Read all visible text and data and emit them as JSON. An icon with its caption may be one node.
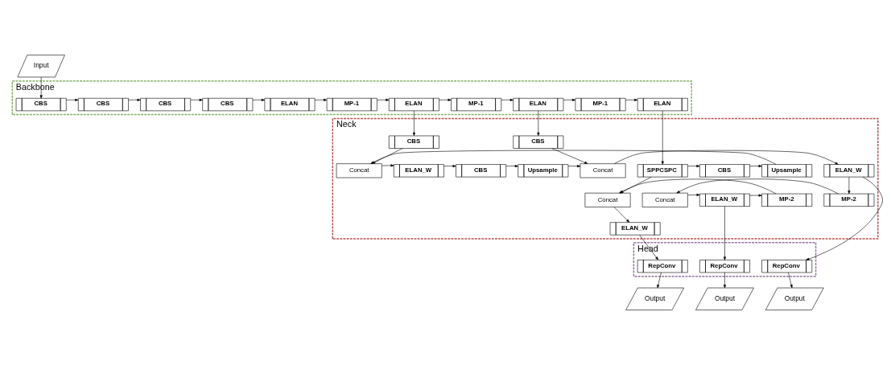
{
  "diagram": {
    "nodes": [
      {
        "text": [
          "Input"
        ]
      },
      {
        "text": [
          "Backbone"
        ]
      },
      {
        "text": [
          "CBS"
        ],
        "in": 1
      },
      {
        "text": [
          "CBS"
        ],
        "in": 1
      },
      {
        "text": [
          "CBS"
        ],
        "in": 1
      },
      {
        "text": [
          "CBS"
        ],
        "in": 1
      },
      {
        "text": [
          "ELAN"
        ],
        "in": 1
      },
      {
        "text": [
          "MP-1"
        ],
        "in": 1
      },
      {
        "text": [
          "ELAN"
        ],
        "in": 1
      },
      {
        "text": [
          "MP-1"
        ],
        "in": 1
      },
      {
        "text": [
          "ELAN"
        ],
        "in": 1
      },
      {
        "text": [
          "MP-1"
        ],
        "in": 1
      },
      {
        "text": [
          "ELAN"
        ],
        "in": 1
      },
      {
        "text": [
          "Neck"
        ]
      },
      {
        "text": [
          "CBS"
        ],
        "in": 13
      },
      {
        "text": [
          "CBS"
        ],
        "in": 13
      },
      {
        "text": [
          "SPPCSPC"
        ],
        "in": 13
      },
      {
        "text": [
          "CBS"
        ],
        "in": 13
      },
      {
        "text": [
          "Upsample"
        ],
        "in": 13
      },
      {
        "text": [
          "Concat"
        ],
        "in": 13
      },
      {
        "text": [
          "ELAN_W"
        ],
        "in": 13
      },
      {
        "text": [
          "CBS"
        ],
        "in": 13
      },
      {
        "text": [
          "Upsample"
        ],
        "in": 13
      },
      {
        "text": [
          "Concat"
        ],
        "in": 13
      },
      {
        "text": [
          "ELAN_W"
        ],
        "in": 13
      },
      {
        "text": [
          "Concat"
        ],
        "in": 13
      },
      {
        "text": [
          "MP-2"
        ],
        "in": 13
      },
      {
        "text": [
          "ELAN_W"
        ],
        "in": 13
      },
      {
        "text": [
          "Concat"
        ],
        "in": 13
      },
      {
        "text": [
          "MP-2"
        ],
        "in": 13
      },
      {
        "text": [
          "ELAN_W"
        ],
        "in": 13
      },
      {
        "text": [
          "Head"
        ]
      },
      {
        "text": [
          "RepConv"
        ],
        "in": 31
      },
      {
        "text": [
          "RepConv"
        ],
        "in": 31
      },
      {
        "text": [
          "RepConv"
        ],
        "in": 31
      },
      {
        "text": [
          "Output"
        ]
      },
      {
        "text": [
          "Output"
        ]
      },
      {
        "text": [
          "Output"
        ]
      }
    ],
    "edges": [
      {
        "from": 0,
        "to": 2,
        "arrow": "to"
      },
      {
        "from": 2,
        "to": 3,
        "arrow": "to"
      },
      {
        "from": 3,
        "to": 4,
        "arrow": "to"
      },
      {
        "from": 4,
        "to": 5,
        "arrow": "to"
      },
      {
        "from": 5,
        "to": 6,
        "arrow": "to"
      },
      {
        "from": 6,
        "to": 7,
        "arrow": "to"
      },
      {
        "from": 7,
        "to": 8,
        "arrow": "to"
      },
      {
        "from": 8,
        "to": 9,
        "arrow": "to"
      },
      {
        "from": 9,
        "to": 10,
        "arrow": "to"
      },
      {
        "from": 10,
        "to": 11,
        "arrow": "to"
      },
      {
        "from": 11,
        "to": 12,
        "arrow": "to"
      },
      {
        "from": 8,
        "to": 14,
        "arrow": "to"
      },
      {
        "from": 10,
        "to": 15,
        "arrow": "to"
      },
      {
        "from": 12,
        "to": 16,
        "arrow": "to"
      },
      {
        "from": 14,
        "to": 19,
        "arrow": "to"
      },
      {
        "from": 15,
        "to": 23,
        "arrow": "to"
      },
      {
        "from": 16,
        "to": 17,
        "arrow": "to"
      },
      {
        "from": 17,
        "to": 18,
        "arrow": "to"
      },
      {
        "from": 18,
        "to": 19,
        "arrow": "to"
      },
      {
        "from": 19,
        "to": 20,
        "arrow": "to"
      },
      {
        "from": 20,
        "to": 21,
        "arrow": "to"
      },
      {
        "from": 21,
        "to": 22,
        "arrow": "to"
      },
      {
        "from": 22,
        "to": 23,
        "arrow": "to"
      },
      {
        "from": 23,
        "to": 24,
        "arrow": "to"
      },
      {
        "from": 24,
        "to": 29,
        "arrow": "to"
      },
      {
        "from": 29,
        "to": 28,
        "arrow": "to"
      },
      {
        "from": 28,
        "to": 27,
        "arrow": "to"
      },
      {
        "from": 27,
        "to": 26,
        "arrow": "to"
      },
      {
        "from": 26,
        "to": 25,
        "arrow": "to"
      },
      {
        "from": 16,
        "to": 25,
        "arrow": "to"
      },
      {
        "from": 25,
        "to": 30,
        "arrow": "to"
      },
      {
        "from": 30,
        "to": 32,
        "arrow": "to"
      },
      {
        "from": 27,
        "to": 33,
        "arrow": "to"
      },
      {
        "from": 24,
        "to": 34,
        "arrow": "to"
      },
      {
        "from": 32,
        "to": 35,
        "arrow": "to"
      },
      {
        "from": 33,
        "to": 36,
        "arrow": "to"
      },
      {
        "from": 34,
        "to": 37,
        "arrow": "to"
      }
    ]
  }
}
